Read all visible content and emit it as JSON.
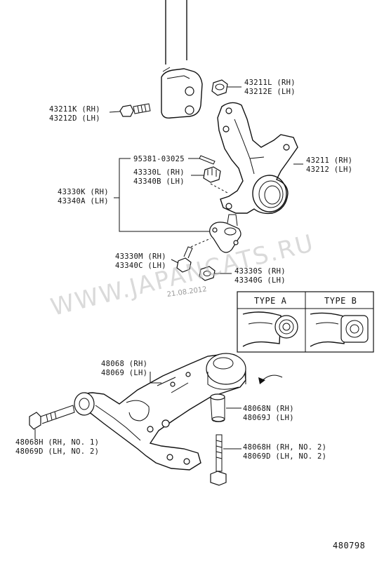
{
  "labels": {
    "bolt_top_rh": "43211K (RH)",
    "bolt_top_lh": "43212D (LH)",
    "nut_top_rh": "43211L (RH)",
    "nut_top_lh": "43212E (LH)",
    "knuckle_rh": "43211 (RH)",
    "knuckle_lh": "43212 (LH)",
    "pin": "95381-03025",
    "nut_joint_rh": "43330L (RH)",
    "nut_joint_lh": "43340B (LH)",
    "balljoint_rh": "43330K (RH)",
    "balljoint_lh": "43340A (LH)",
    "bolt_joint_rh": "43330M (RH)",
    "bolt_joint_lh": "43340C (LH)",
    "nut_joint2_rh": "43330S (RH)",
    "nut_joint2_lh": "43340G (LH)",
    "arm_rh": "48068 (RH)",
    "arm_lh": "48069 (LH)",
    "bolt_arm1_rh": "48068H (RH, NO. 1)",
    "bolt_arm1_lh": "48069D (LH, NO. 2)",
    "bushing_rh": "48068N (RH)",
    "bushing_lh": "48069J (LH)",
    "bolt_arm2_rh": "48068H (RH, NO. 2)",
    "bolt_arm2_lh": "48069D (LH, NO. 2)",
    "type_a": "TYPE A",
    "type_b": "TYPE B",
    "figure_no": "480798"
  },
  "watermark": {
    "text": "WWW.JAPANCATS.RU",
    "date": "21.08.2012"
  }
}
